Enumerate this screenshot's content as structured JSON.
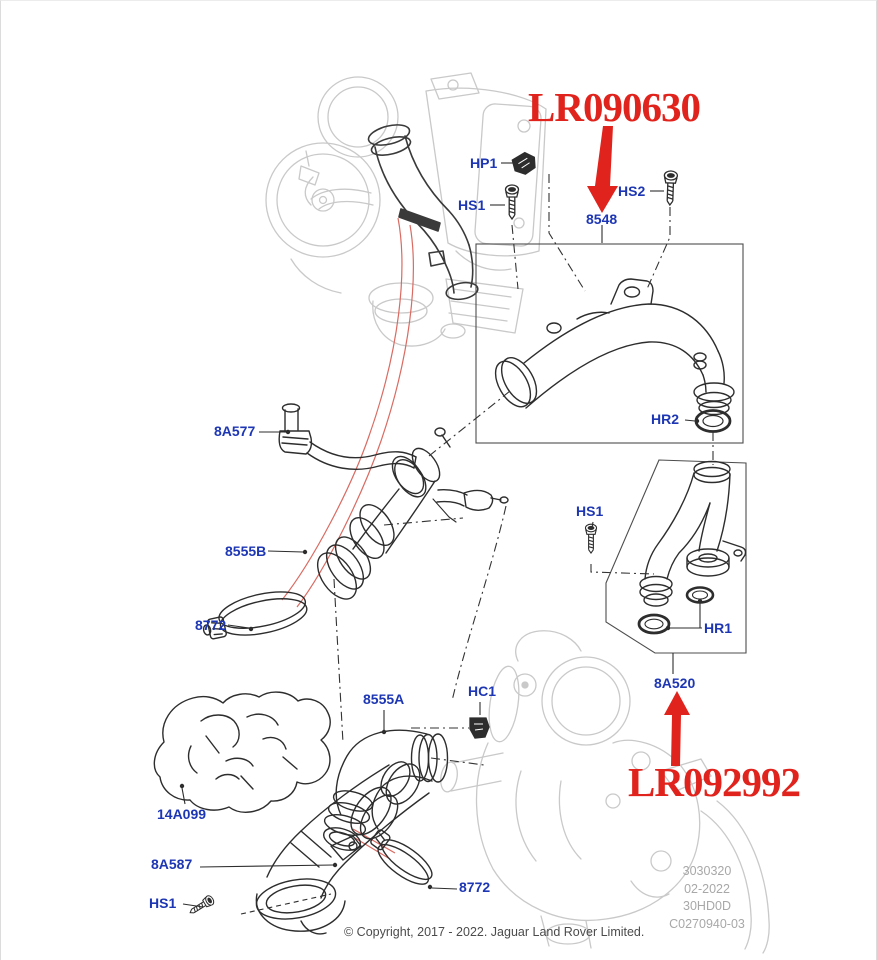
{
  "figure": {
    "title_hint": "exhaust / charge air pipe exploded parts diagram",
    "callout_top": "LR090630",
    "callout_bottom": "LR092992"
  },
  "part_labels": {
    "hp1": "HP1",
    "hs1_top": "HS1",
    "hs2": "HS2",
    "p8548": "8548",
    "p8a577": "8A577",
    "p8555b": "8555B",
    "p8772_left": "8772",
    "hr2": "HR2",
    "hs1_mid": "HS1",
    "hr1": "HR1",
    "p8a520": "8A520",
    "hc1": "HC1",
    "p8555a": "8555A",
    "p14a099": "14A099",
    "p8a587": "8A587",
    "hs1_bottom": "HS1",
    "p8772_bottom": "8772"
  },
  "footer": {
    "copyright": "© Copyright, 2017 - 2022. Jaguar Land Rover Limited.",
    "doc_code_lines": [
      "3030320",
      "02-2022",
      "30HD0D",
      "C0270940-03"
    ]
  },
  "colors": {
    "label_blue": "#1d36b4",
    "callout_red": "#e0231c",
    "pointer_red": "#d96b62",
    "line_dark": "#2d2d2d",
    "sketch_gray": "#c9c9c9"
  }
}
